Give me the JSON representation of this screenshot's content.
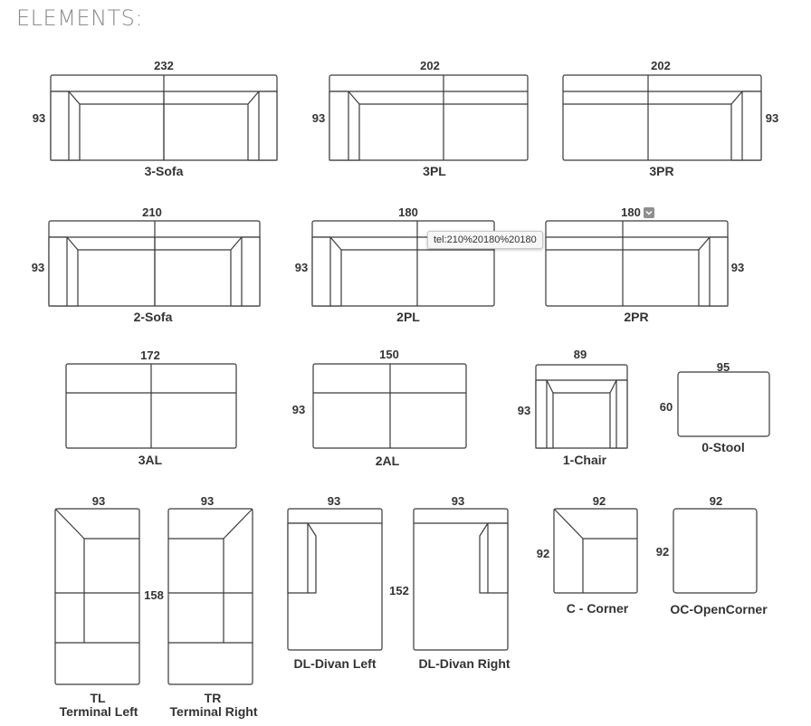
{
  "page": {
    "title": "ELEMENTS:"
  },
  "tooltip": {
    "text": "tel:210%20180%20180"
  },
  "icons": {
    "dropdown": "chevron-down-icon"
  },
  "elements": {
    "sofa3": {
      "label": "3-Sofa",
      "width": "232",
      "depth": "93"
    },
    "pl3": {
      "label": "3PL",
      "width": "202",
      "depth": "93"
    },
    "pr3": {
      "label": "3PR",
      "width": "202",
      "depth": "93"
    },
    "sofa2": {
      "label": "2-Sofa",
      "width": "210",
      "depth": "93"
    },
    "pl2": {
      "label": "2PL",
      "width": "180",
      "depth": "93"
    },
    "pr2": {
      "label": "2PR",
      "width": "180",
      "depth": "93"
    },
    "al3": {
      "label": "3AL",
      "width": "172"
    },
    "al2": {
      "label": "2AL",
      "width": "150",
      "depth": "93"
    },
    "chair1": {
      "label": "1-Chair",
      "width": "89",
      "depth": "93"
    },
    "stool0": {
      "label": "0-Stool",
      "width": "95",
      "depth": "60"
    },
    "tl": {
      "code": "TL",
      "label": "Terminal Left",
      "width": "93"
    },
    "tr": {
      "code": "TR",
      "label": "Terminal Right",
      "width": "93",
      "depth": "158"
    },
    "dl": {
      "label": "DL-Divan Left",
      "width": "93"
    },
    "dr": {
      "label": "DL-Divan Right",
      "width": "93",
      "depth": "152"
    },
    "corner": {
      "label": "C - Corner",
      "width": "92",
      "depth": "92"
    },
    "ocorner": {
      "label": "OC-OpenCorner",
      "width": "92",
      "depth": "92"
    }
  }
}
